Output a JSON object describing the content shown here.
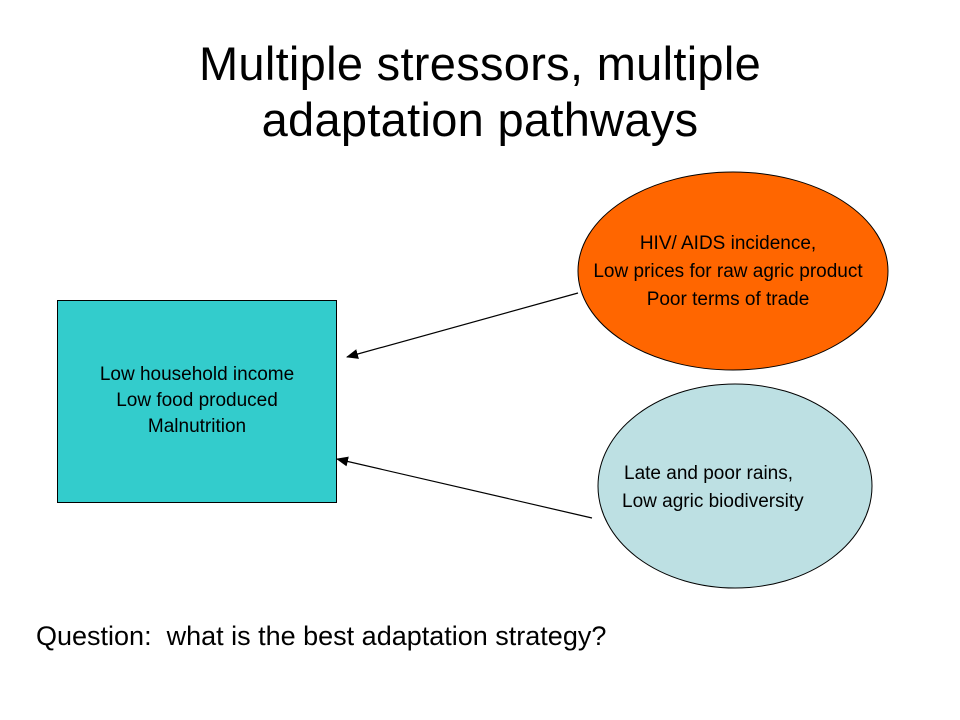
{
  "title": {
    "line1": "Multiple stressors, multiple",
    "line2": "adaptation pathways"
  },
  "household_box": {
    "lines": [
      "Low household income",
      "Low food produced",
      "Malnutrition"
    ],
    "fill": "#33cccc"
  },
  "stressor_economic": {
    "lines": [
      "HIV/ AIDS incidence,",
      "Low prices for raw agric product",
      "Poor terms of trade"
    ],
    "fill": "#ff6600"
  },
  "stressor_climate": {
    "lines": [
      "Late and poor rains,",
      "Low agric biodiversity"
    ],
    "fill": "#bde0e3"
  },
  "question": "Question:  what is the best adaptation strategy?"
}
